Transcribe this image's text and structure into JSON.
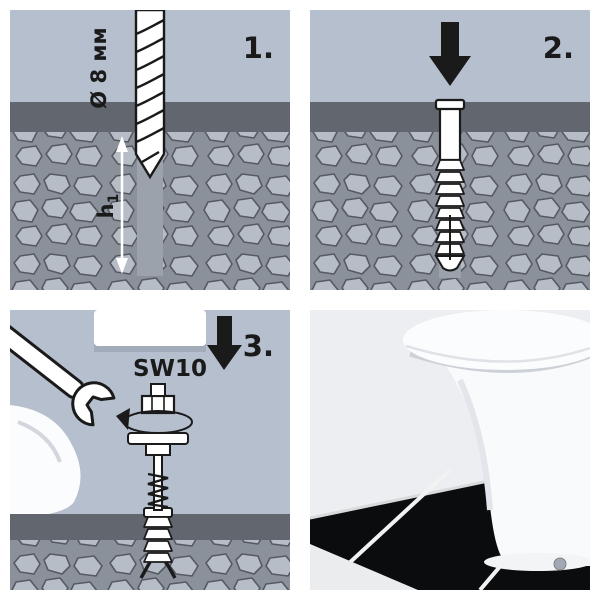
{
  "colors": {
    "panel_bg": "#b6bfce",
    "surface_band": "#61666f",
    "concrete_mortar": "#8b919b",
    "stone": "#b7bdc6",
    "ink": "#1a1a1a",
    "hardware_white": "#ffffff",
    "tile_black": "#0b0c0e"
  },
  "icons": {
    "down_arrow": "filled down arrow",
    "rotation_arrow": "screwing rotation ellipse arrow",
    "drill_bit": "twist drill bit",
    "wall_plug": "expansion wall plug",
    "wrench": "open-end wrench",
    "toilet": "toilet on tiled floor"
  },
  "steps": [
    {
      "number": "1.",
      "diameter_label": "Ø 8 мм",
      "depth_label": "h",
      "depth_sub": "1"
    },
    {
      "number": "2."
    },
    {
      "number": "3.",
      "wrench_label": "SW10"
    },
    {
      "number": ""
    }
  ]
}
